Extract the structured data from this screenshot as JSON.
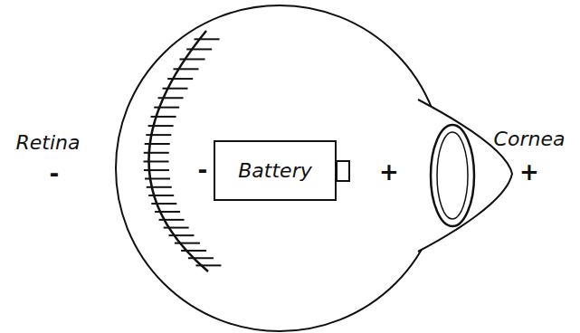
{
  "diagram": {
    "nodes": [
      {
        "text": [
          "Battery"
        ]
      }
    ],
    "labels": [
      "Retina",
      "-",
      "-",
      "+",
      "Cornea",
      "+"
    ]
  }
}
